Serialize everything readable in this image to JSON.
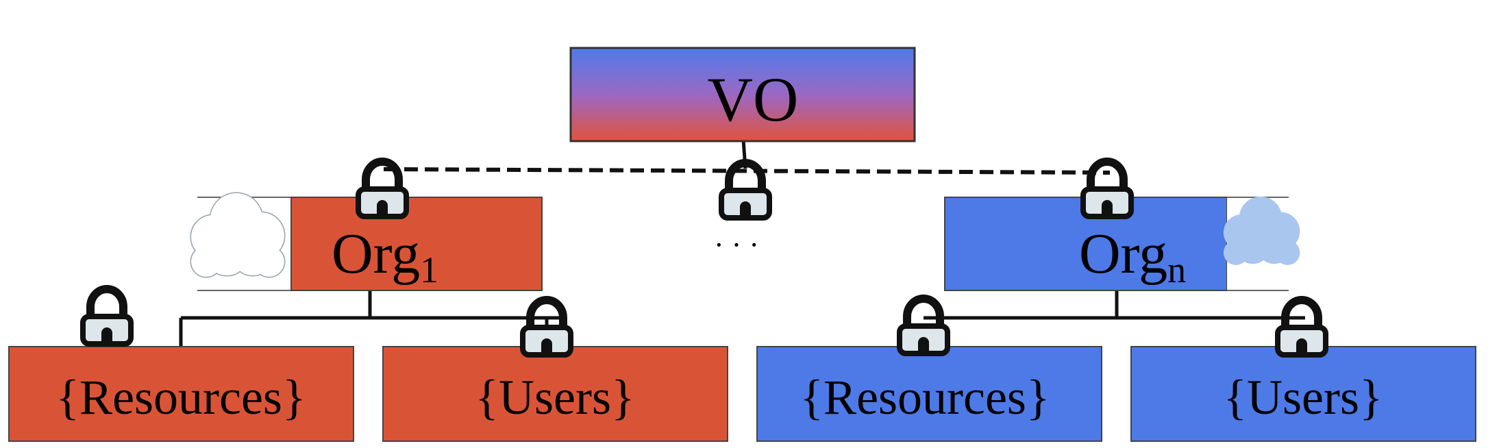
{
  "diagram": {
    "vo": {
      "label": "VO"
    },
    "org_left": {
      "label": "Org",
      "subscript": "1"
    },
    "org_right": {
      "label": "Org",
      "subscript": "n"
    },
    "ellipsis": "· · ·",
    "left_resources": {
      "label": "{Resources}"
    },
    "left_users": {
      "label": "{Users}"
    },
    "right_resources": {
      "label": "{Resources}"
    },
    "right_users": {
      "label": "{Users}"
    }
  },
  "colors": {
    "org1_red": "#d95436",
    "orgn_blue": "#4d7ae6",
    "vo_top": "#4f7bea",
    "vo_bottom": "#e2533d",
    "lock_body": "#dde6ea",
    "cloud_left": "#ffffff",
    "cloud_right": "#a9c6ee"
  }
}
